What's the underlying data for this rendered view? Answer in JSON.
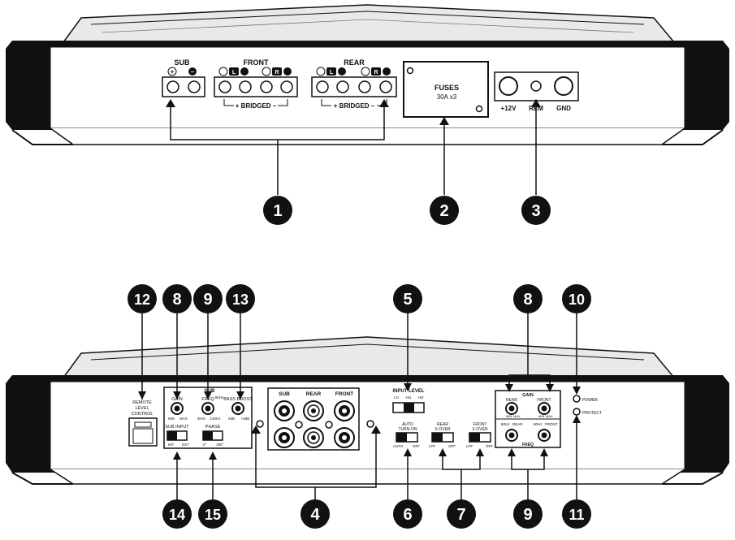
{
  "top_panel": {
    "sub_label": "SUB",
    "front_label": "FRONT",
    "rear_label": "REAR",
    "l_label": "L",
    "r_label": "R",
    "bridged_label": "+ BRIDGED –",
    "fuses_title": "FUSES",
    "fuses_rating": "30A x3",
    "power_12v": "+12V",
    "power_rem": "REM",
    "power_gnd": "GND"
  },
  "bottom_panel": {
    "remote_line1": "REMOTE",
    "remote_line2": "LEVEL",
    "remote_line3": "CONTROL",
    "sub_header": "SUB",
    "gain": "GAIN",
    "gain_min": "MIN",
    "gain_max": "MAX",
    "freq": "FREQ",
    "freq_lo": "30Hz",
    "freq_hi": "120Hz",
    "freq_mid": "80Hz",
    "bass_boost": "BASS BOOST",
    "boost_lo": "0dB",
    "boost_hi": "+6dB",
    "sub_input": "SUB INPUT",
    "sub_input_int": "INT",
    "sub_input_ext": "EXT",
    "phase": "PHASE",
    "phase_0": "0°",
    "phase_180": "180°",
    "rca_sub": "SUB",
    "rca_rear": "REAR",
    "rca_front": "FRONT",
    "input_level": "INPUT LEVEL",
    "lo": "LO",
    "hi1": "HI1",
    "hi2": "HI2",
    "auto_turn_on_1": "AUTO",
    "auto_turn_on_2": "TURN-ON",
    "auto_opt_a": "AUTO",
    "auto_opt_b": "OFF",
    "rear_xover_1": "REAR",
    "rear_xover_2": "X-OVER",
    "front_xover_1": "FRONT",
    "front_xover_2": "X-OVER",
    "xover_lpf": "LPF",
    "xover_off": "OFF",
    "gain_box_header": "GAIN",
    "gain_rear": "REAR",
    "gain_front": "FRONT",
    "freq_box_footer": "FREQ",
    "rear_small": "REAR",
    "front_small": "FRONT",
    "hz80": "80Hz",
    "min": "MIN",
    "max": "MAX",
    "power_led": "POWER",
    "protect_led": "PROTECT"
  },
  "callouts": {
    "c1": "1",
    "c2": "2",
    "c3": "3",
    "c4": "4",
    "c5": "5",
    "c6": "6",
    "c7": "7",
    "c8": "8",
    "c9": "9",
    "c10": "10",
    "c11": "11",
    "c12": "12",
    "c13": "13",
    "c14": "14",
    "c15": "15"
  }
}
